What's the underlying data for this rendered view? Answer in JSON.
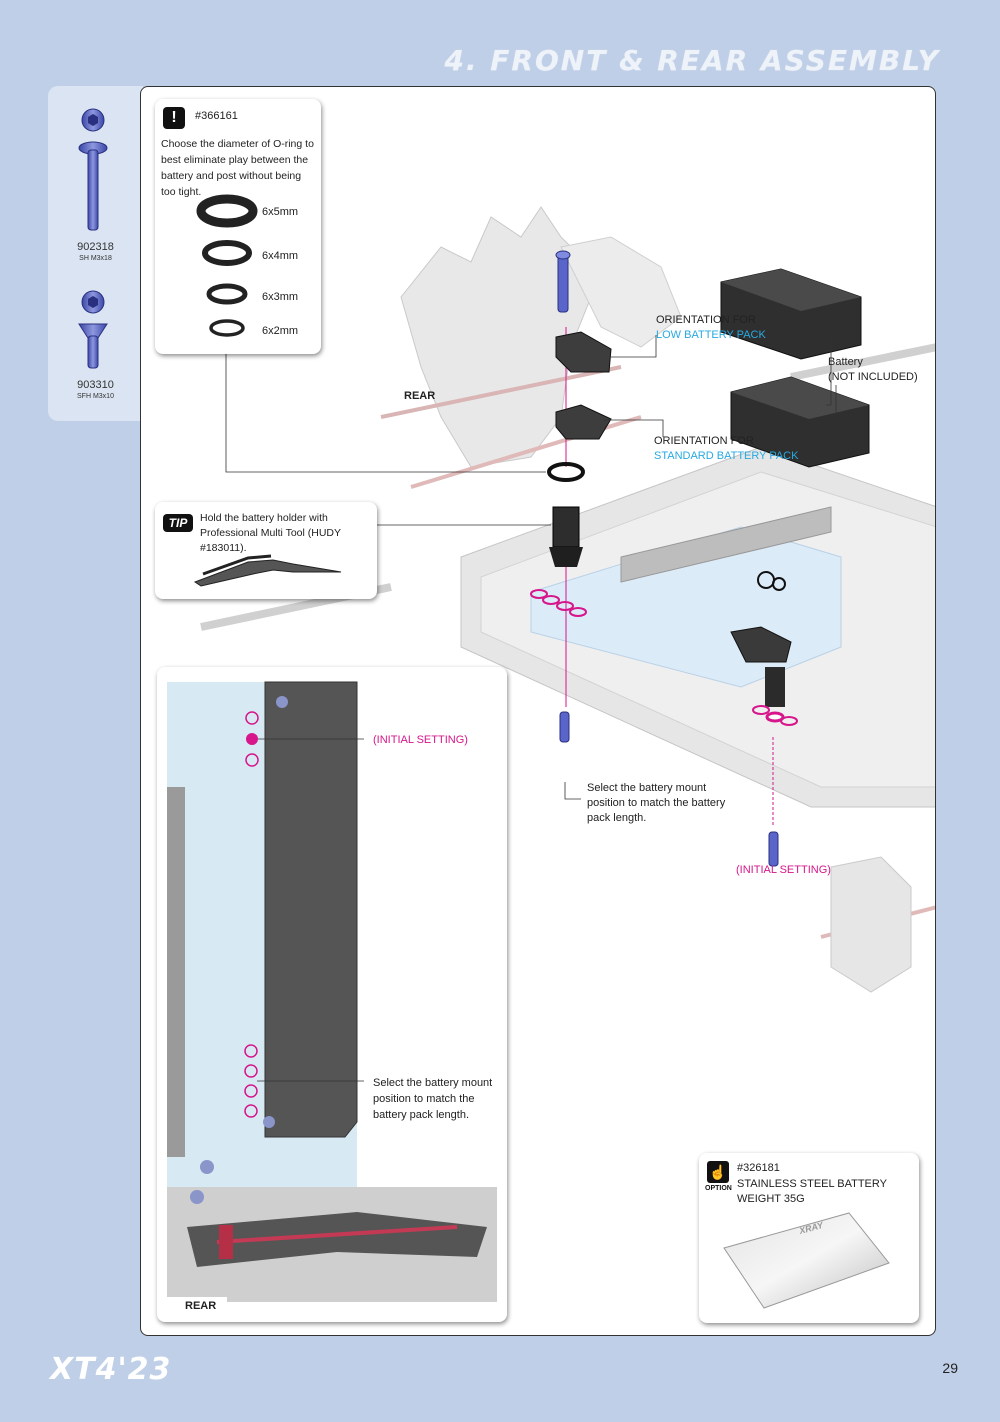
{
  "header": {
    "section_title": "4. FRONT & REAR ASSEMBLY"
  },
  "parts": [
    {
      "number": "902318",
      "code": "SH M3x18"
    },
    {
      "number": "903310",
      "code": "SFH M3x10"
    }
  ],
  "oring_card": {
    "part_number": "#366161",
    "note": "Choose the diameter of O-ring to best eliminate play between the battery and post without being too tight.",
    "sizes": [
      "6x5mm",
      "6x4mm",
      "6x3mm",
      "6x2mm"
    ]
  },
  "tip_card": {
    "badge": "TIP",
    "text": "Hold the battery holder with Professional Multi Tool (HUDY #183011)."
  },
  "diagram": {
    "orientation_low_label": "ORIENTATION FOR",
    "orientation_low_value": "LOW BATTERY PACK",
    "orientation_std_label": "ORIENTATION FOR",
    "orientation_std_value": "STANDARD BATTERY PACK",
    "battery_label": "Battery",
    "battery_note": "(NOT INCLUDED)",
    "rear_label": "REAR",
    "select_position_note": "Select the battery mount position to match the battery pack length.",
    "initial_setting": "(INITIAL SETTING)"
  },
  "detail_card": {
    "initial_setting": "(INITIAL SETTING)",
    "select_note": "Select the battery mount position to match the battery pack length.",
    "rear_label": "REAR"
  },
  "option_card": {
    "badge": "OPTION",
    "part_number": "#326181",
    "name": "STAINLESS STEEL BATTERY WEIGHT 35G",
    "plate_brand": "XRAY"
  },
  "footer": {
    "brand": "XT4'23",
    "page_number": "29"
  },
  "colors": {
    "accent_blue": "#27a9e1",
    "accent_magenta": "#d6168a",
    "panel_bg": "#bfcfe7"
  }
}
